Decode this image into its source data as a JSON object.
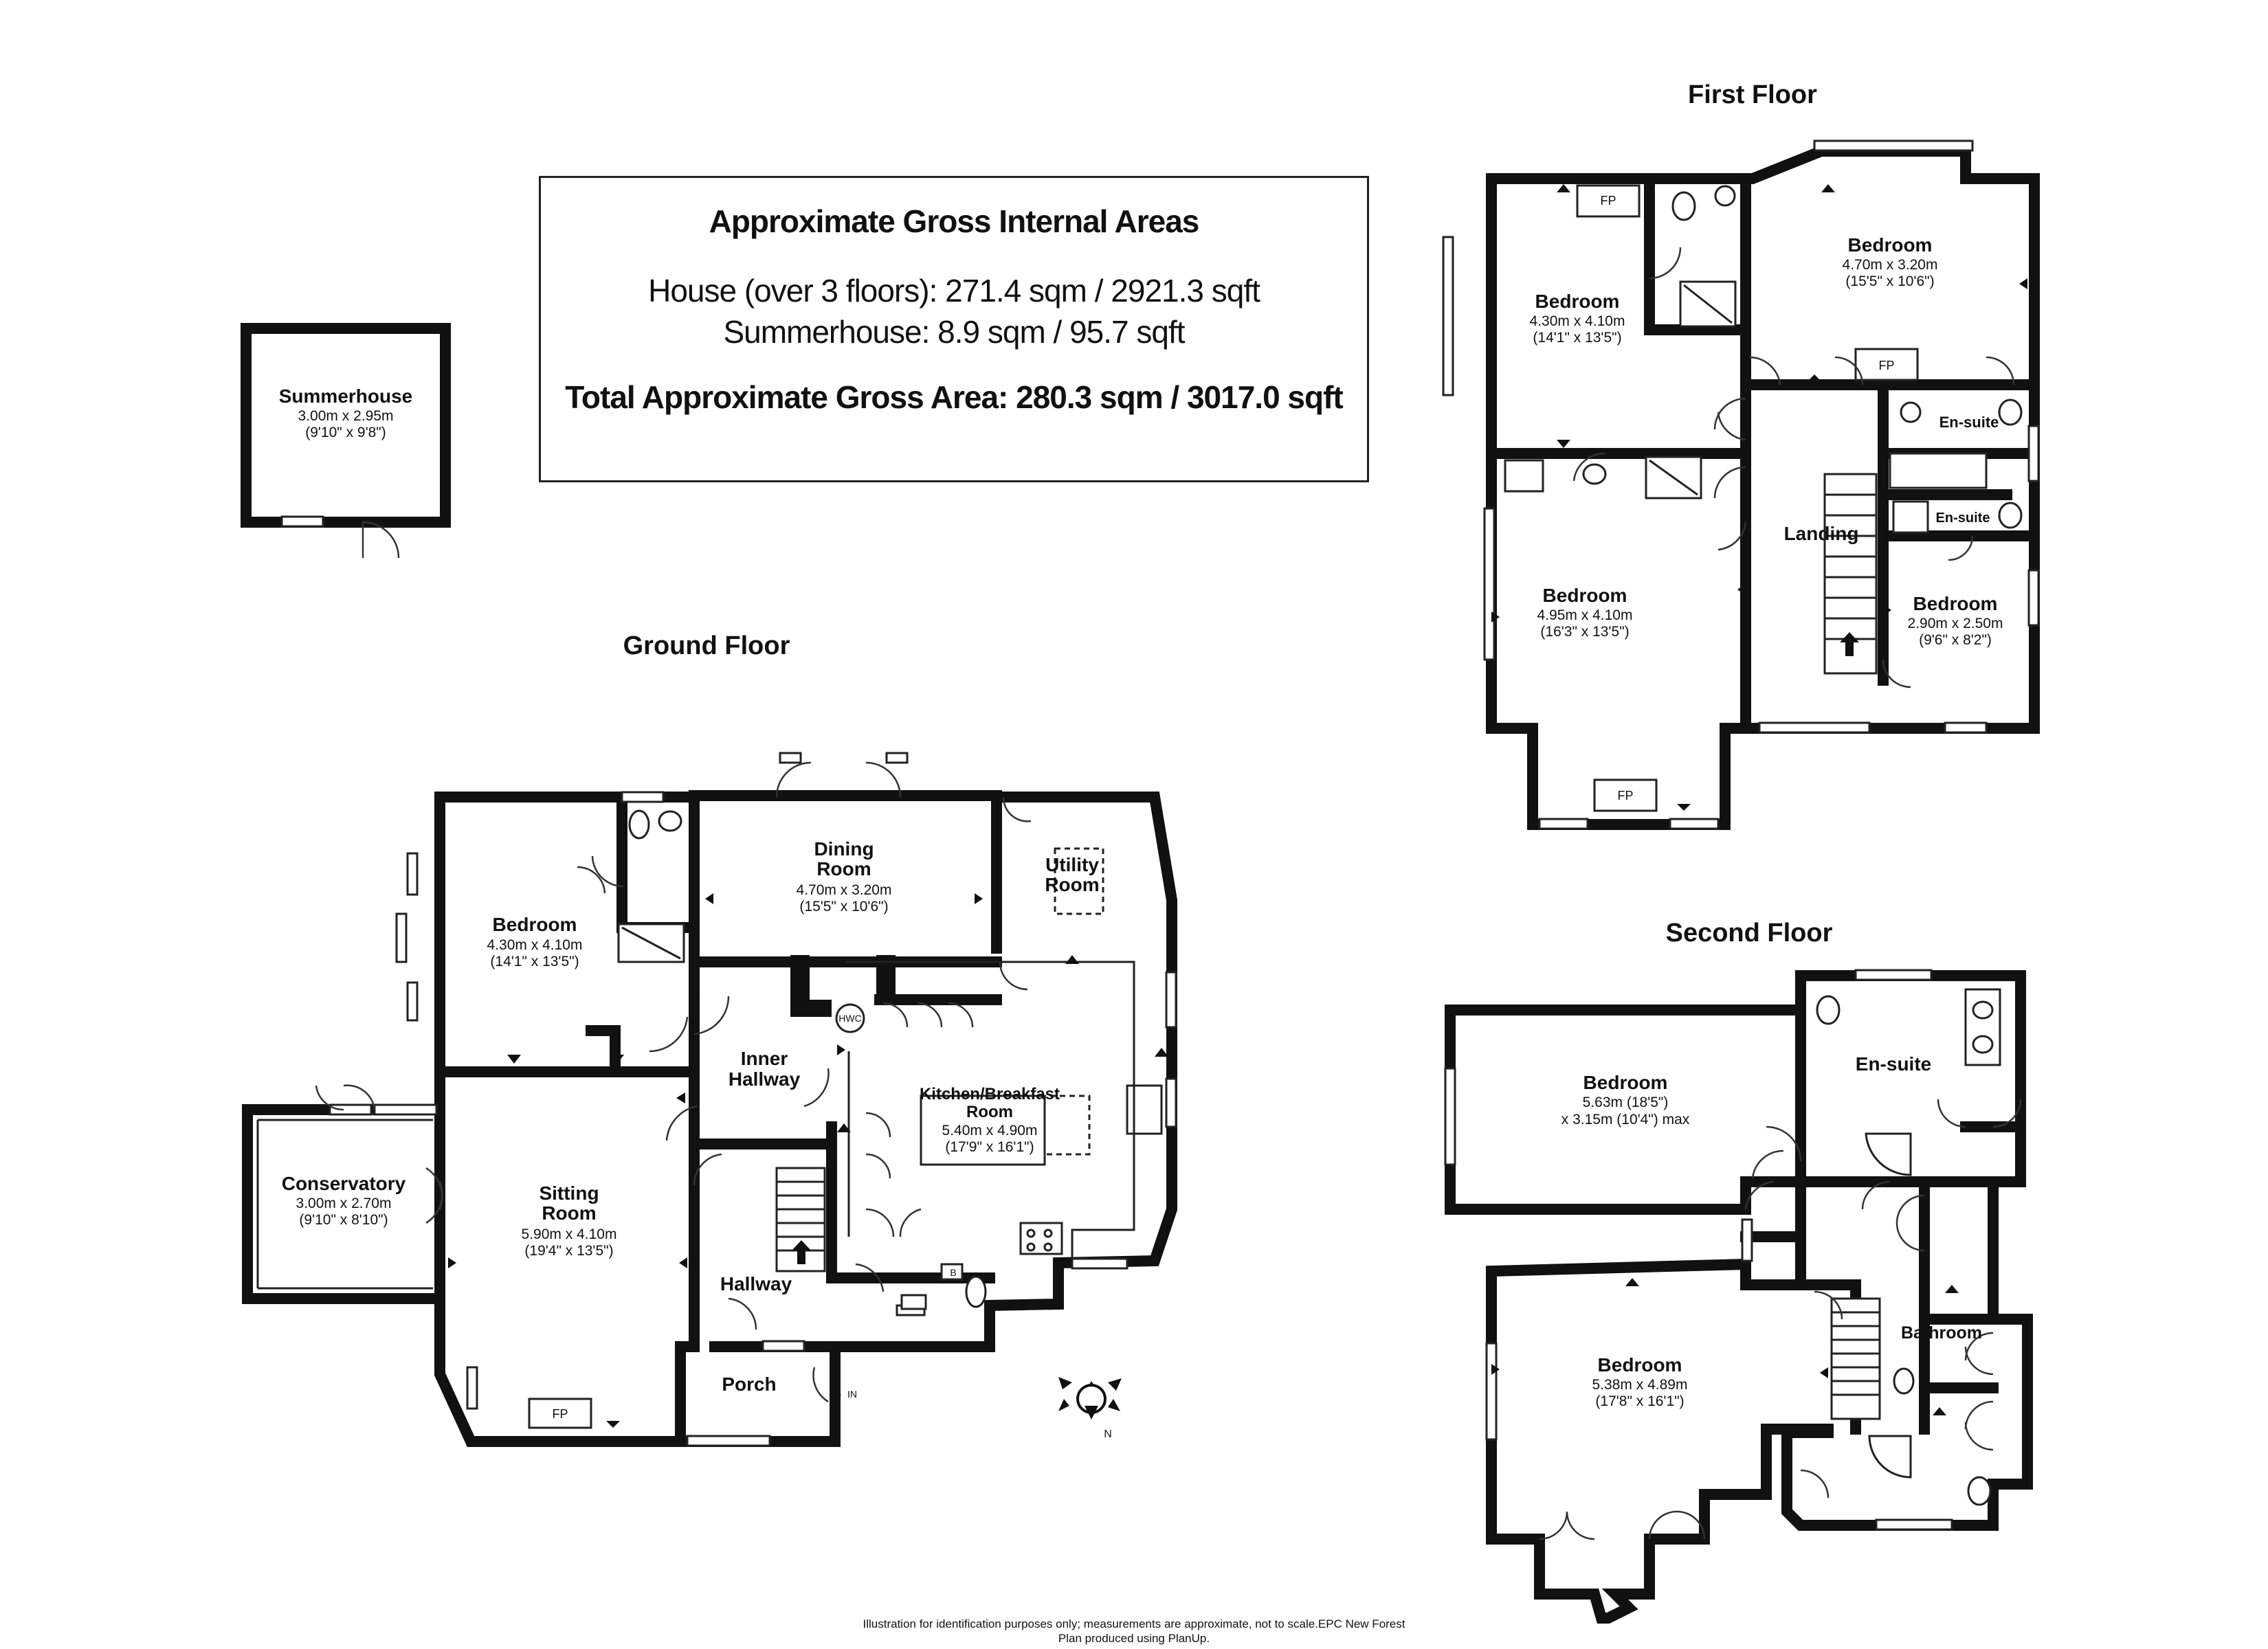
{
  "areas": {
    "title": "Approximate Gross Internal Areas",
    "house": "House (over 3 floors): 271.4 sqm / 2921.3 sqft",
    "summerhouse": "Summerhouse: 8.9 sqm / 95.7 sqft",
    "total": "Total Approximate Gross Area: 280.3 sqm / 3017.0 sqft"
  },
  "floors": {
    "first": "First Floor",
    "ground": "Ground Floor",
    "second": "Second Floor"
  },
  "summerhouse": {
    "name": "Summerhouse",
    "m": "3.00m x 2.95m",
    "ft": "(9'10\" x 9'8\")"
  },
  "ground": {
    "bedroom": {
      "name": "Bedroom",
      "m": "4.30m x 4.10m",
      "ft": "(14'1\" x 13'5\")"
    },
    "dining": {
      "name1": "Dining",
      "name2": "Room",
      "m": "4.70m x 3.20m",
      "ft": "(15'5\" x 10'6\")"
    },
    "utility": {
      "name1": "Utility",
      "name2": "Room"
    },
    "inner_hallway": {
      "name1": "Inner",
      "name2": "Hallway"
    },
    "kitchen": {
      "name1": "Kitchen/Breakfast",
      "name2": "Room",
      "m": "5.40m x 4.90m",
      "ft": "(17'9\" x 16'1\")"
    },
    "conservatory": {
      "name": "Conservatory",
      "m": "3.00m x 2.70m",
      "ft": "(9'10\" x 8'10\")"
    },
    "sitting": {
      "name1": "Sitting",
      "name2": "Room",
      "m": "5.90m x 4.10m",
      "ft": "(19'4\" x 13'5\")"
    },
    "hallway": "Hallway",
    "porch": "Porch",
    "hwc": "HWC",
    "boiler": "B",
    "fp": "FP",
    "entrance": "IN"
  },
  "first": {
    "bedroom_a": {
      "name": "Bedroom",
      "m": "4.30m x 4.10m",
      "ft": "(14'1\" x 13'5\")"
    },
    "bedroom_b": {
      "name": "Bedroom",
      "m": "4.70m x 3.20m",
      "ft": "(15'5\" x 10'6\")"
    },
    "bedroom_c": {
      "name": "Bedroom",
      "m": "4.95m x 4.10m",
      "ft": "(16'3\" x 13'5\")"
    },
    "bedroom_d": {
      "name": "Bedroom",
      "m": "2.90m x 2.50m",
      "ft": "(9'6\" x 8'2\")"
    },
    "ensuite_1": "En-suite",
    "ensuite_2": "En-suite",
    "landing": "Landing",
    "fp": "FP"
  },
  "second": {
    "bedroom_a": {
      "name": "Bedroom",
      "m": "5.63m (18'5\")",
      "ft": "x 3.15m (10'4\") max"
    },
    "bedroom_b": {
      "name": "Bedroom",
      "m": "5.38m x 4.89m",
      "ft": "(17'8\" x 16'1\")"
    },
    "ensuite": "En-suite",
    "bathroom": "Bathroom"
  },
  "compass": "N",
  "footer": {
    "line1": "Illustration for identification purposes only; measurements are approximate, not to scale.EPC New Forest",
    "line2": "Plan produced using PlanUp."
  }
}
